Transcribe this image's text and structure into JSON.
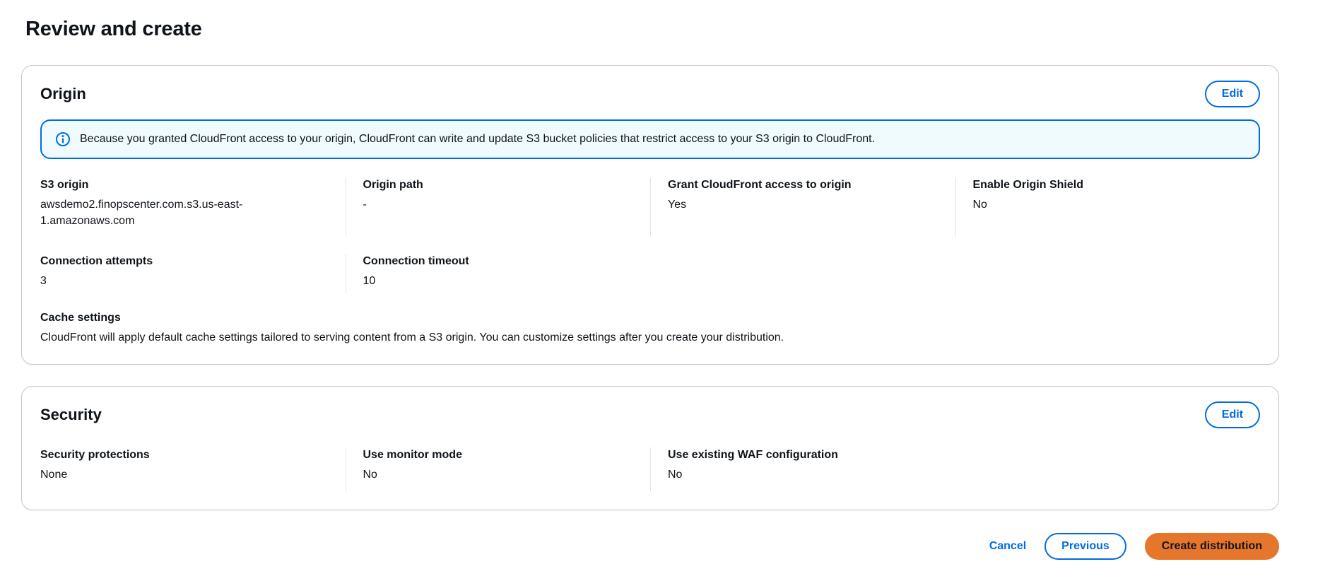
{
  "page": {
    "title": "Review and create"
  },
  "colors": {
    "accent_blue": "#006ce0",
    "alert_background": "#f0fbff",
    "panel_border": "#c6c6cd",
    "primary_orange": "#e5762c",
    "text": "#0f141a"
  },
  "origin": {
    "title": "Origin",
    "edit_label": "Edit",
    "alert_text": "Because you granted CloudFront access to your origin, CloudFront can write and update S3 bucket policies that restrict access to your S3 origin to CloudFront.",
    "fields": {
      "s3_origin": {
        "label": "S3 origin",
        "value": "awsdemo2.finopscenter.com.s3.us-east-1.amazonaws.com"
      },
      "origin_path": {
        "label": "Origin path",
        "value": "-"
      },
      "grant_access": {
        "label": "Grant CloudFront access to origin",
        "value": "Yes"
      },
      "origin_shield": {
        "label": "Enable Origin Shield",
        "value": "No"
      },
      "connection_attempts": {
        "label": "Connection attempts",
        "value": "3"
      },
      "connection_timeout": {
        "label": "Connection timeout",
        "value": "10"
      },
      "cache_settings": {
        "label": "Cache settings",
        "value": "CloudFront will apply default cache settings tailored to serving content from a S3 origin. You can customize settings after you create your distribution."
      }
    }
  },
  "security": {
    "title": "Security",
    "edit_label": "Edit",
    "fields": {
      "protections": {
        "label": "Security protections",
        "value": "None"
      },
      "monitor_mode": {
        "label": "Use monitor mode",
        "value": "No"
      },
      "waf_config": {
        "label": "Use existing WAF configuration",
        "value": "No"
      }
    }
  },
  "footer": {
    "cancel": "Cancel",
    "previous": "Previous",
    "create": "Create distribution"
  }
}
